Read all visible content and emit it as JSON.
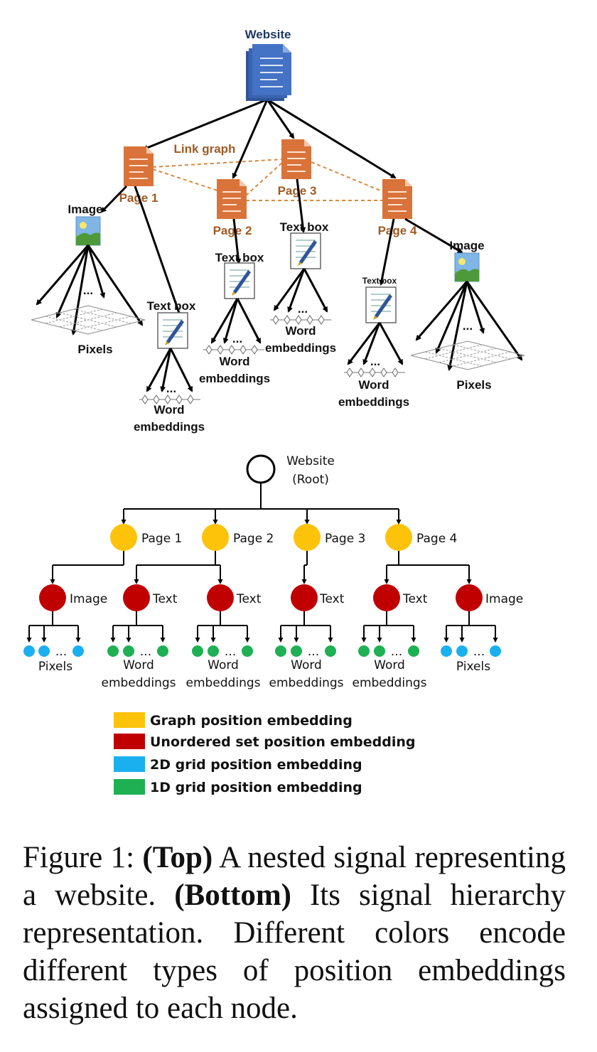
{
  "top": {
    "website_label": "Website",
    "link_graph_label": "Link graph",
    "pages": [
      "Page 1",
      "Page 2",
      "Page 3",
      "Page 4"
    ],
    "image_label": "Image",
    "textbox_label": "Text box",
    "pixels_label": "Pixels",
    "word_label": "Word",
    "embeddings_label": "embeddings",
    "ellipsis": "..."
  },
  "bottom": {
    "root_line1": "Website",
    "root_line2": "(Root)",
    "pages": [
      "Page 1",
      "Page 2",
      "Page 3",
      "Page 4"
    ],
    "children": [
      "Image",
      "Text",
      "Text",
      "Text",
      "Text",
      "Image"
    ],
    "leaf_labels": [
      [
        "Pixels",
        ""
      ],
      [
        "Word",
        "embeddings"
      ],
      [
        "Word",
        "embeddings"
      ],
      [
        "Word",
        "embeddings"
      ],
      [
        "Word",
        "embeddings"
      ],
      [
        "Pixels",
        ""
      ]
    ],
    "ellipsis": "..."
  },
  "legend": [
    {
      "label": "Graph position embedding",
      "color": "#fdc20a"
    },
    {
      "label": "Unordered set position embedding",
      "color": "#c00000"
    },
    {
      "label": "2D grid position embedding",
      "color": "#1ab0ef"
    },
    {
      "label": "1D grid position embedding",
      "color": "#1eb053"
    }
  ],
  "colors": {
    "doc_blue": "#4472c4",
    "page_orange": "#d9733a",
    "link_dash": "#d98a3c"
  },
  "caption": {
    "prefix": "Figure 1: ",
    "top_bold": "(Top)",
    "part1": " A nested signal representing a website. ",
    "bottom_bold": "(Bottom)",
    "part2": " Its signal hierarchy representation. Different colors encode different types of position embeddings assigned to each node."
  }
}
